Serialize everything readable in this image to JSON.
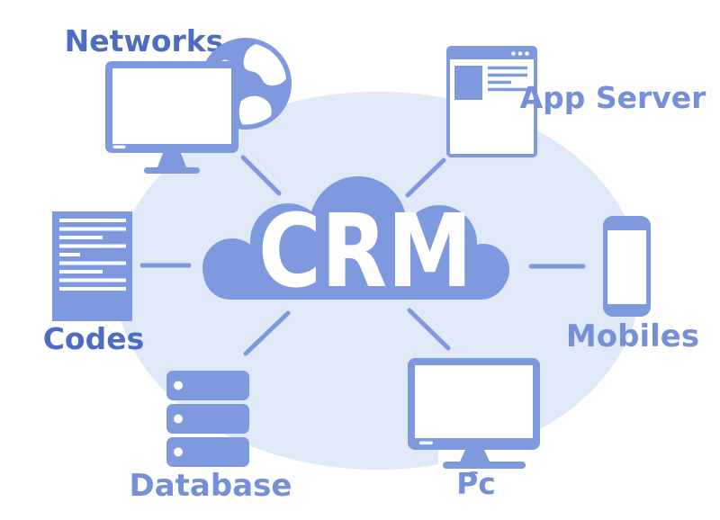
{
  "center": {
    "label": "CRM"
  },
  "nodes": [
    {
      "id": "networks",
      "label": "Networks",
      "icon": "monitor-globe-icon"
    },
    {
      "id": "app-server",
      "label": "App Server",
      "icon": "browser-window-icon"
    },
    {
      "id": "codes",
      "label": "Codes",
      "icon": "code-document-icon"
    },
    {
      "id": "mobiles",
      "label": "Mobiles",
      "icon": "smartphone-icon"
    },
    {
      "id": "database",
      "label": "Database",
      "icon": "server-stack-icon"
    },
    {
      "id": "pc",
      "label": "Pc",
      "icon": "desktop-monitor-icon"
    }
  ],
  "colors": {
    "canvas": "#ffffff",
    "halo": "#dfe9f7",
    "primary": "#7e99dd",
    "label_dark": "#4e6cc0",
    "label_light": "#7590d8",
    "cloud_text": "#ffffff"
  }
}
